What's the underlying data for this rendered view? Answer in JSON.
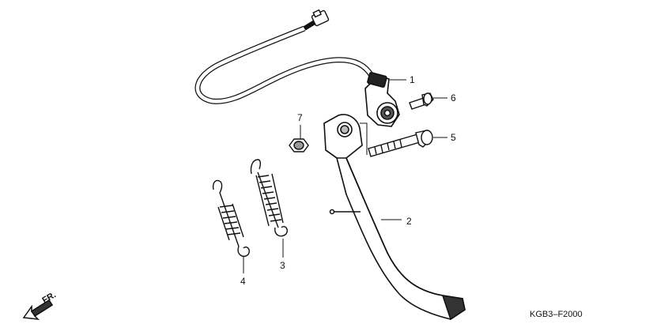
{
  "callouts": {
    "c1": "1",
    "c2": "2",
    "c3": "3",
    "c4": "4",
    "c5": "5",
    "c6": "6",
    "c7": "7"
  },
  "direction_label": "FR.",
  "figure_code": "KGB3–F2000"
}
